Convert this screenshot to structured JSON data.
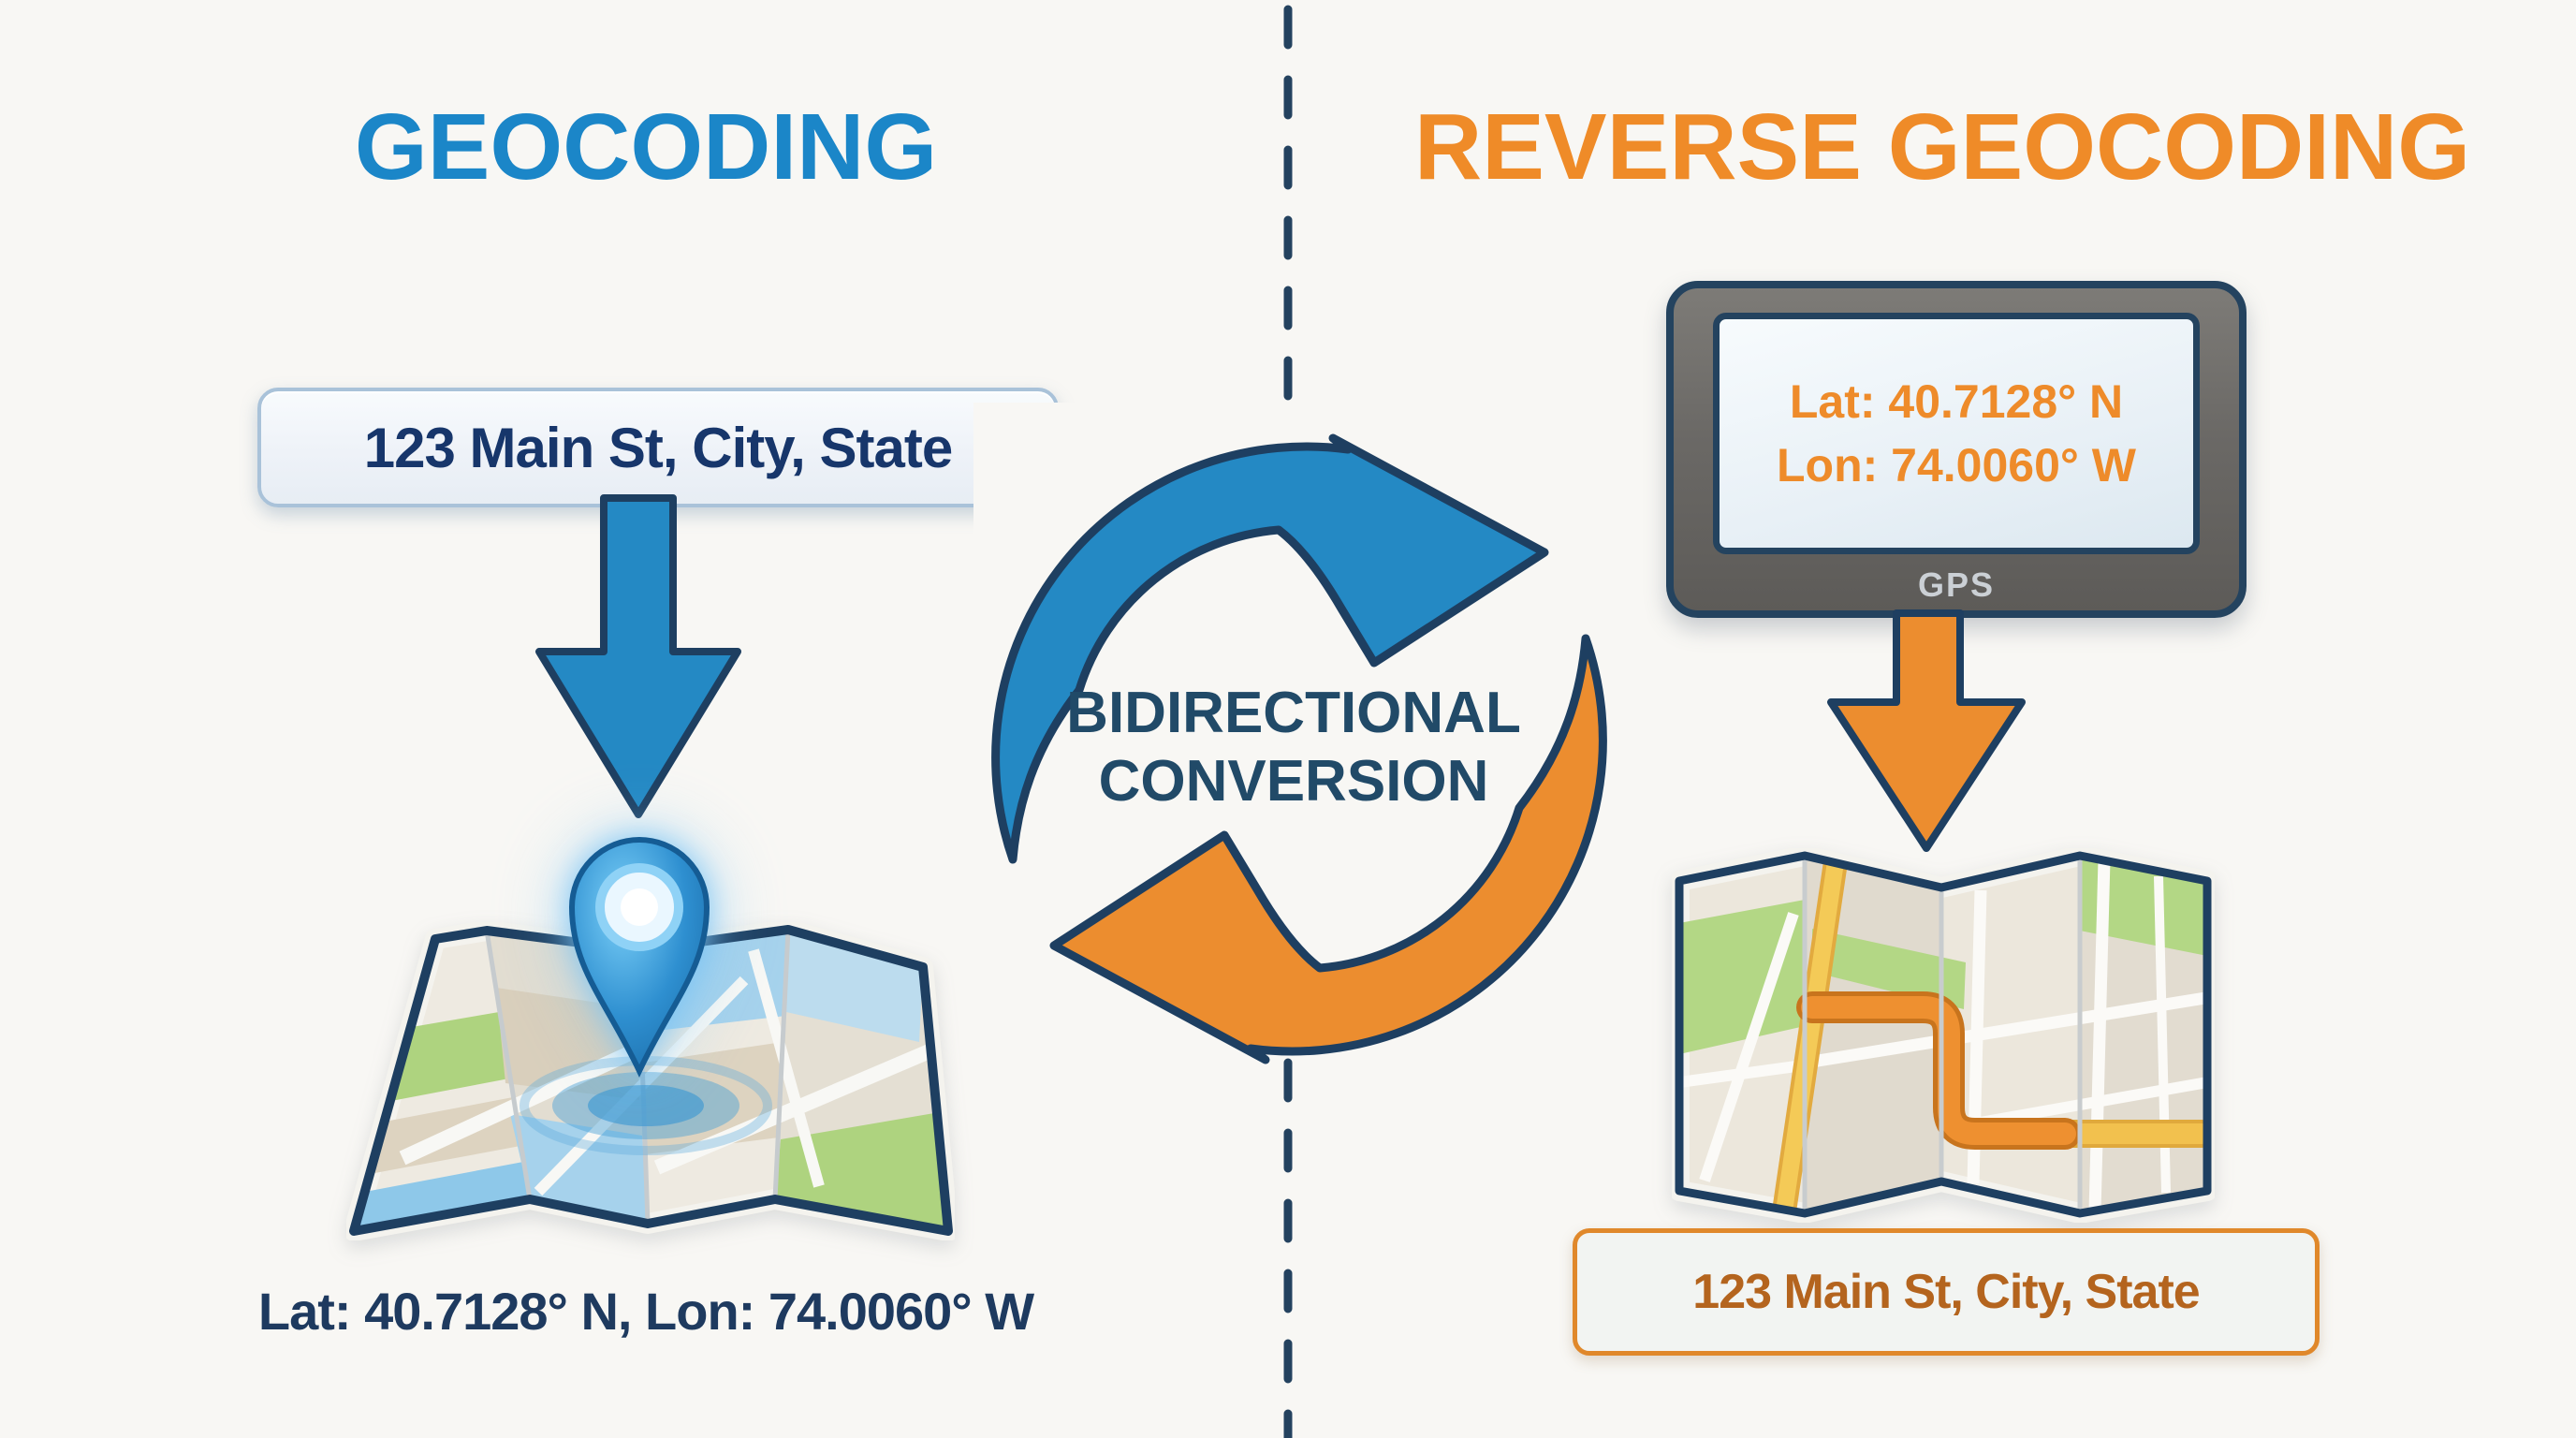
{
  "page": {
    "background": "#f8f7f4"
  },
  "divider": {
    "color": "#24425f"
  },
  "left_panel": {
    "title": "GEOCODING",
    "address_box": "123 Main St, City, State",
    "coords_text": "Lat: 40.7128° N, Lon: 74.0060° W"
  },
  "center": {
    "caption_line1": "BIDIRECTIONAL",
    "caption_line2": "CONVERSION"
  },
  "right_panel": {
    "title": "REVERSE GEOCODING",
    "gps": {
      "lat_line": "Lat: 40.7128° N",
      "lon_line": "Lon: 74.0060° W",
      "device_label": "GPS"
    },
    "address_box": "123 Main St, City, State"
  },
  "colors": {
    "title_blue": "#1b86c8",
    "title_orange": "#ef8b28",
    "arrow_blue": "#2489c4",
    "arrow_orange": "#ec8d2f",
    "outline_navy": "#1e3f61",
    "address_text_navy": "#17366b",
    "address_text_brown": "#b4641e",
    "gps_text_orange": "#ee8b2a"
  }
}
